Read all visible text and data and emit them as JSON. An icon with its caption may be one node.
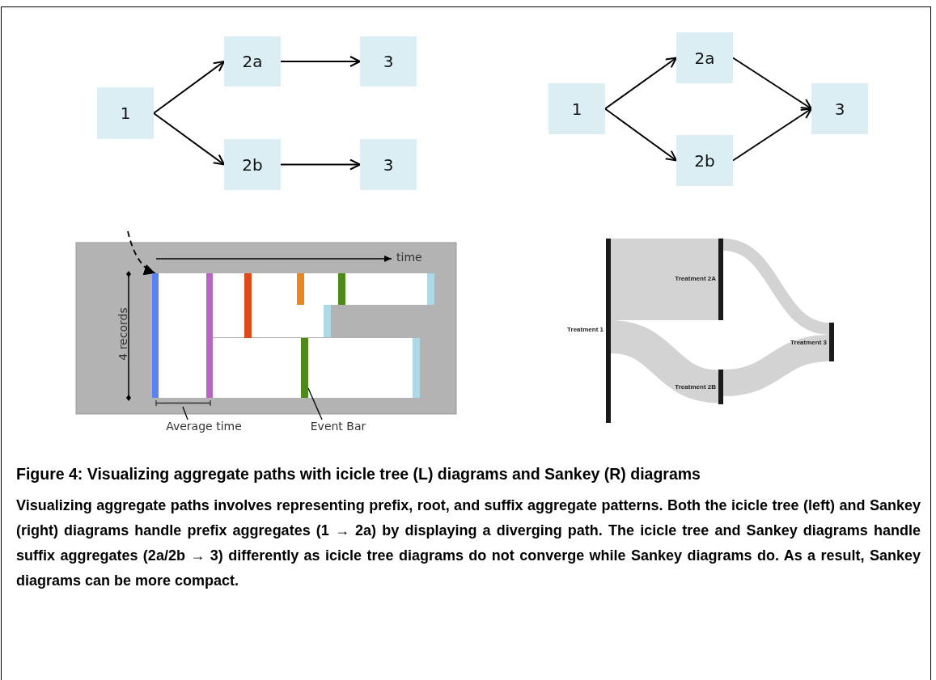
{
  "diagram": {
    "caption": "Figure 4: Visualizing aggregate paths with icicle tree (L) diagrams and Sankey (R) diagrams",
    "nodes": [
      {
        "text": [
          "1"
        ]
      },
      {
        "text": [
          "2a"
        ]
      },
      {
        "text": [
          "3"
        ]
      },
      {
        "text": [
          "2b"
        ]
      },
      {
        "text": [
          "3"
        ]
      },
      {
        "text": [
          "1"
        ]
      },
      {
        "text": [
          "2a"
        ]
      },
      {
        "text": [
          "2b"
        ]
      },
      {
        "text": [
          "3"
        ]
      },
      {
        "text": [],
        "shape": "bar"
      },
      {
        "text": [],
        "shape": "bar"
      },
      {
        "text": [
          "Average time"
        ]
      },
      {
        "text": [
          "Event Bar"
        ]
      },
      {
        "text": [
          "Treatment 1"
        ]
      },
      {
        "text": [
          "Treatment 2A"
        ]
      },
      {
        "text": [
          "Treatment 2B"
        ]
      },
      {
        "text": [
          "Treatment 3"
        ]
      }
    ],
    "edges": [
      {
        "from": 0,
        "to": 1,
        "arrow": "to"
      },
      {
        "from": 1,
        "to": 2,
        "arrow": "to"
      },
      {
        "from": 0,
        "to": 3,
        "arrow": "to"
      },
      {
        "from": 3,
        "to": 4,
        "arrow": "to"
      },
      {
        "from": 5,
        "to": 6,
        "arrow": "to"
      },
      {
        "from": 5,
        "to": 7,
        "arrow": "to"
      },
      {
        "from": 6,
        "to": 8,
        "arrow": "to"
      },
      {
        "from": 7,
        "to": 8,
        "arrow": "to"
      },
      {
        "from": null,
        "to": 9,
        "arrow": "to",
        "style": "dashed"
      },
      {
        "from": 11,
        "to": null,
        "arrow": "none"
      },
      {
        "from": 12,
        "to": 10,
        "arrow": "none"
      },
      {
        "from": 13,
        "to": 14,
        "arrow": "none",
        "style": "thick",
        "color": "#d3d3d3"
      },
      {
        "from": 13,
        "to": 15,
        "arrow": "none",
        "style": "thick",
        "color": "#d3d3d3"
      },
      {
        "from": 14,
        "to": 16,
        "arrow": "none",
        "style": "thick",
        "color": "#d3d3d3"
      },
      {
        "from": 15,
        "to": 16,
        "arrow": "none",
        "style": "thick",
        "color": "#d3d3d3"
      }
    ],
    "labels": [
      "time",
      "4 records",
      "Visualizing aggregate paths involves representing prefix, root, and suffix aggregate patterns. Both the icicle tree (left) and Sankey (right) diagrams handle prefix aggregates (1 → 2a) by displaying a diverging path. The icicle tree and Sankey diagrams handle suffix aggregates (2a/2b → 3) differently as icicle tree diagrams do not converge while Sankey diagrams do. As a result, Sankey diagrams can be more compact."
    ]
  }
}
